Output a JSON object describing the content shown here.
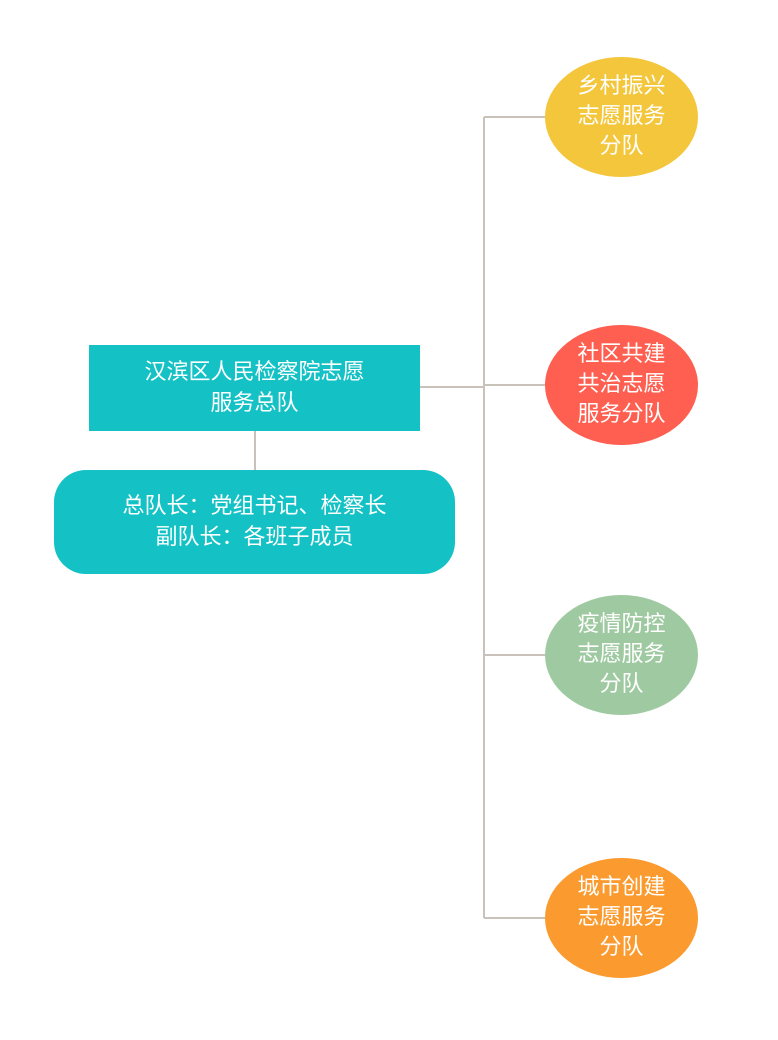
{
  "root": {
    "lines": [
      "汉滨区人民检察院志愿",
      "服务总队"
    ]
  },
  "leaders": {
    "lines": [
      "总队长：党组书记、检察长",
      "副队长：各班子成员"
    ]
  },
  "branches": [
    {
      "lines": [
        "乡村振兴",
        "志愿服务",
        "分队"
      ],
      "color": "#f4c63c"
    },
    {
      "lines": [
        "社区共建",
        "共治志愿",
        "服务分队"
      ],
      "color": "#fe5f50"
    },
    {
      "lines": [
        "疫情防控",
        "志愿服务",
        "分队"
      ],
      "color": "#9fcaa1"
    },
    {
      "lines": [
        "城市创建",
        "志愿服务",
        "分队"
      ],
      "color": "#fb9a2f"
    }
  ],
  "colors": {
    "box": "#14c2c6",
    "connector": "#c8c2ba"
  }
}
